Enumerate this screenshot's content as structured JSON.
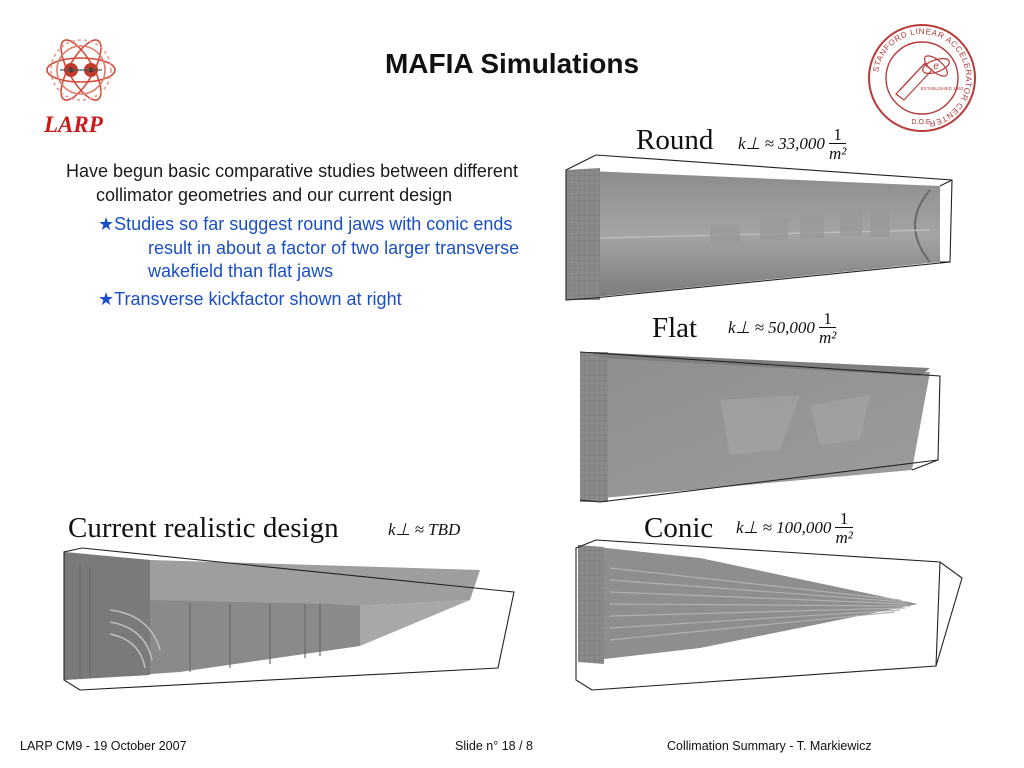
{
  "title": "MAFIA Simulations",
  "logo": {
    "text": "LARP",
    "icon": "larp-atom-logo"
  },
  "seal": {
    "icon": "slac-seal",
    "text": "STANFORD LINEAR ACCELERATOR CENTER",
    "year": "ESTABLISHED 1962",
    "bottom": "D.O.E."
  },
  "body": {
    "main": "Have begun basic comparative studies between different collimator geometries and our current design",
    "bullets": [
      "Studies so far suggest round jaws with conic ends result in about a factor of two larger transverse wakefield than flat jaws",
      "Transverse kickfactor shown at right"
    ],
    "star": "★"
  },
  "panels": {
    "round": {
      "label": "Round",
      "k": "k⊥ ≈ 33,000",
      "num": "1",
      "den": "m²"
    },
    "flat": {
      "label": "Flat",
      "k": "k⊥ ≈ 50,000",
      "num": "1",
      "den": "m²"
    },
    "conic": {
      "label": "Conic",
      "k": "k⊥ ≈ 100,000",
      "num": "1",
      "den": "m²"
    },
    "current": {
      "label": "Current realistic design",
      "k": "k⊥ ≈ TBD"
    }
  },
  "footer": {
    "left": "LARP CM9 -  19 October 2007",
    "center": "Slide n° 18 / 8",
    "right": "Collimation Summary -  T. Markiewicz"
  }
}
